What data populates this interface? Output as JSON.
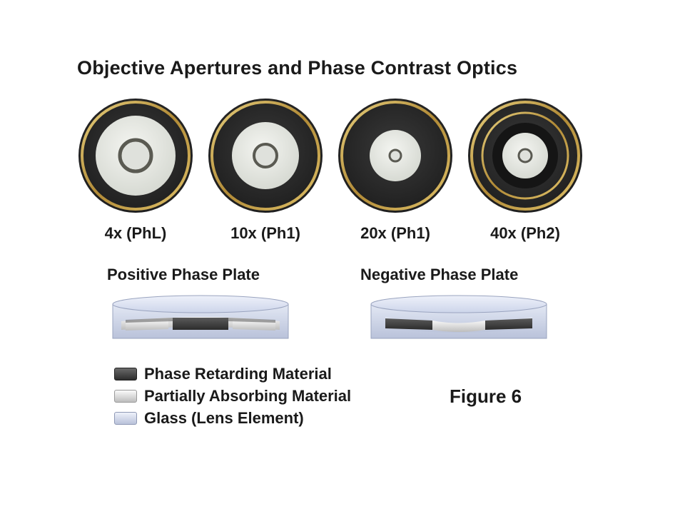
{
  "title": "Objective Apertures and Phase Contrast Optics",
  "apertures": [
    {
      "label": "4x (PhL)"
    },
    {
      "label": "10x (Ph1)"
    },
    {
      "label": "20x (Ph1)"
    },
    {
      "label": "40x (Ph2)"
    }
  ],
  "plates": {
    "positive_title": "Positive Phase Plate",
    "negative_title": "Negative Phase Plate"
  },
  "legend": [
    {
      "label": "Phase Retarding Material",
      "color": "#3d3d3d"
    },
    {
      "label": "Partially Absorbing Material",
      "color": "#e4e4e4"
    },
    {
      "label": "Glass (Lens Element)",
      "color": "#d9e0f1"
    }
  ],
  "figure_label": "Figure 6",
  "colors": {
    "gold_ring": "#c9a449",
    "dark_disk": "#2f2f2f",
    "light_annulus": "#e7e9e4",
    "glass": "#dde3f2"
  }
}
